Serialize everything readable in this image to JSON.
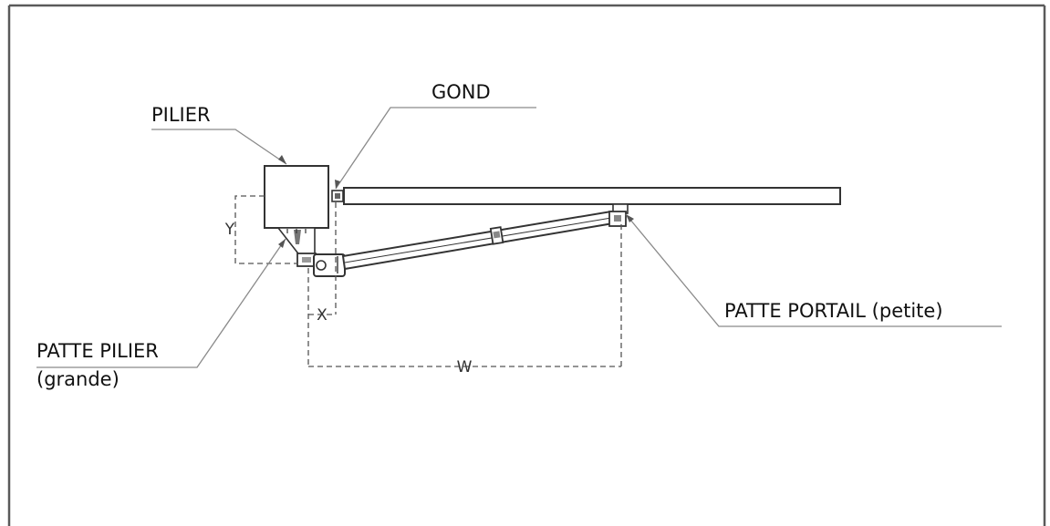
{
  "diagram": {
    "labels": {
      "pilier": "PILIER",
      "gond": "GOND",
      "patte_portail": "PATTE PORTAIL (petite)",
      "patte_pilier_line1": "PATTE PILIER",
      "patte_pilier_line2": "(grande)"
    },
    "dimensions": {
      "x": "X",
      "y": "Y",
      "w": "W"
    },
    "colors": {
      "stroke": "#333333",
      "dashed": "#555555",
      "frame": "#5a5a5a",
      "leader": "#8a8a8a"
    }
  }
}
